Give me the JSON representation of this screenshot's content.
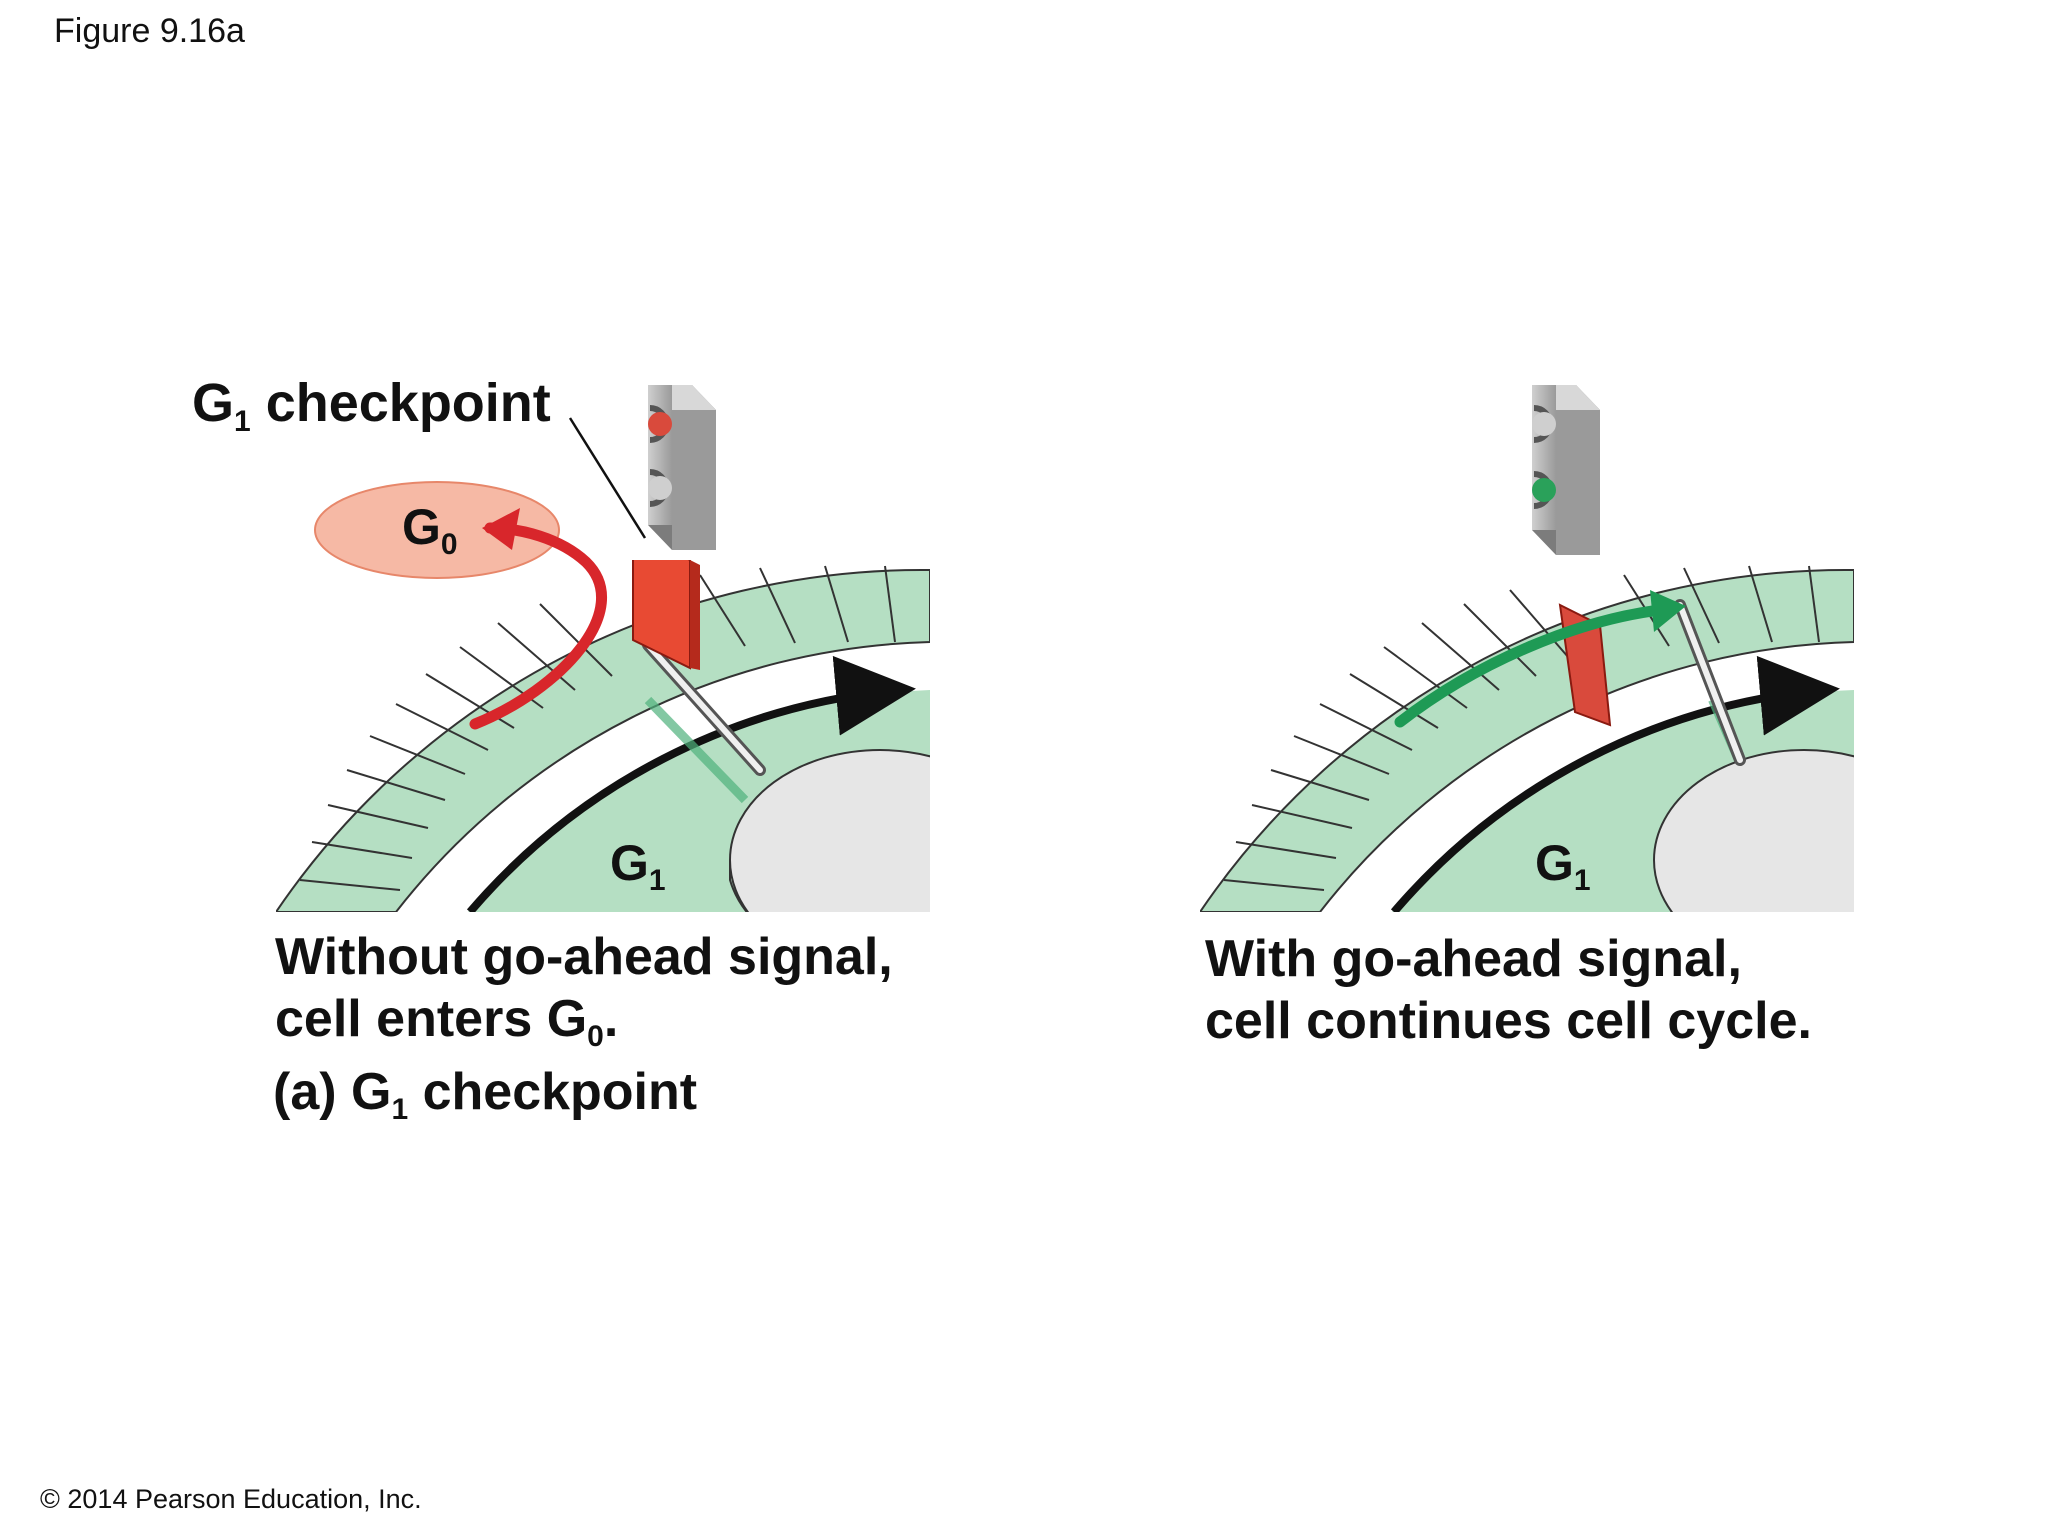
{
  "figure_label": "Figure 9.16a",
  "copyright": "© 2014 Pearson Education, Inc.",
  "checkpoint_label": {
    "main": "G",
    "sub": "1",
    "rest": " checkpoint"
  },
  "g0_label": {
    "main": "G",
    "sub": "0"
  },
  "g1_label": {
    "main": "G",
    "sub": "1"
  },
  "left_panel": {
    "caption_line1": "Without go-ahead signal,",
    "caption_line2_main": "cell enters G",
    "caption_line2_sub": "0",
    "caption_line2_end": "."
  },
  "right_panel": {
    "caption_line1": "With go-ahead signal,",
    "caption_line2": "cell continues cell cycle."
  },
  "subfigure_caption": {
    "prefix": "(a) G",
    "sub": "1",
    "rest": " checkpoint"
  },
  "colors": {
    "ring_green": "#b5dfc3",
    "red_block": "#e84a33",
    "red_arrow": "#d8262b",
    "green_arrow": "#1e9a55",
    "g0_oval": "#f6b9a5",
    "light_red": "#d94a3c",
    "light_green": "#2aa15a"
  }
}
